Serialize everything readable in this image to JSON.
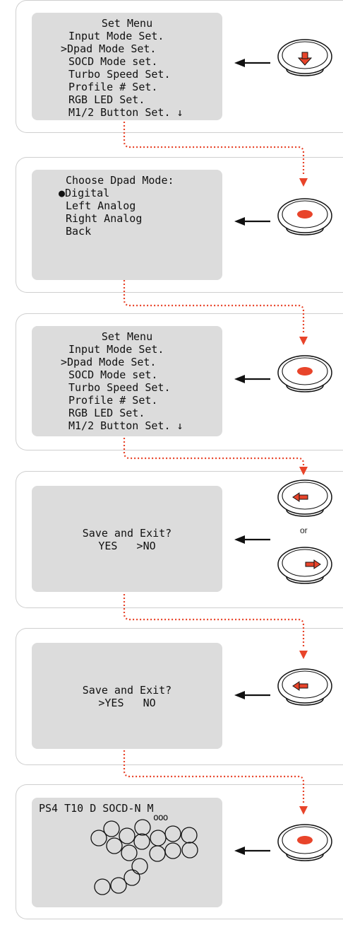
{
  "colors": {
    "accent": "#e8442a",
    "lcd_bg": "#dcdcdc",
    "panel_border": "#cfcfcf"
  },
  "steps": [
    {
      "screen": {
        "title": "Set Menu",
        "items": [
          "Input Mode Set.",
          ">Dpad Mode Set.",
          "SOCD Mode set.",
          "Turbo Speed Set.",
          "Profile # Set.",
          "RGB LED Set.",
          "M1/2 Button Set. ↓"
        ]
      },
      "action": "joystick-down-icon"
    },
    {
      "screen": {
        "title": "Choose Dpad Mode:",
        "items": [
          "●Digital",
          "Left Analog",
          "Right Analog",
          "Back"
        ]
      },
      "action": "joystick-press-icon"
    },
    {
      "screen": {
        "title": "Set Menu",
        "items": [
          "Input Mode Set.",
          ">Dpad Mode Set.",
          "SOCD Mode set.",
          "Turbo Speed Set.",
          "Profile # Set.",
          "RGB LED Set.",
          "M1/2 Button Set. ↓"
        ]
      },
      "action": "joystick-press-icon"
    },
    {
      "screen": {
        "line1": "Save and Exit?",
        "line2": "YES   >NO"
      },
      "action": "joystick-left-or-right-icon",
      "or_label": "or"
    },
    {
      "screen": {
        "line1": "Save and Exit?",
        "line2": ">YES   NO"
      },
      "action": "joystick-left-icon"
    },
    {
      "screen": {
        "status": "PS4 T10 D SOCD-N M",
        "indicator": "ooo"
      },
      "action": "joystick-press-icon"
    }
  ]
}
